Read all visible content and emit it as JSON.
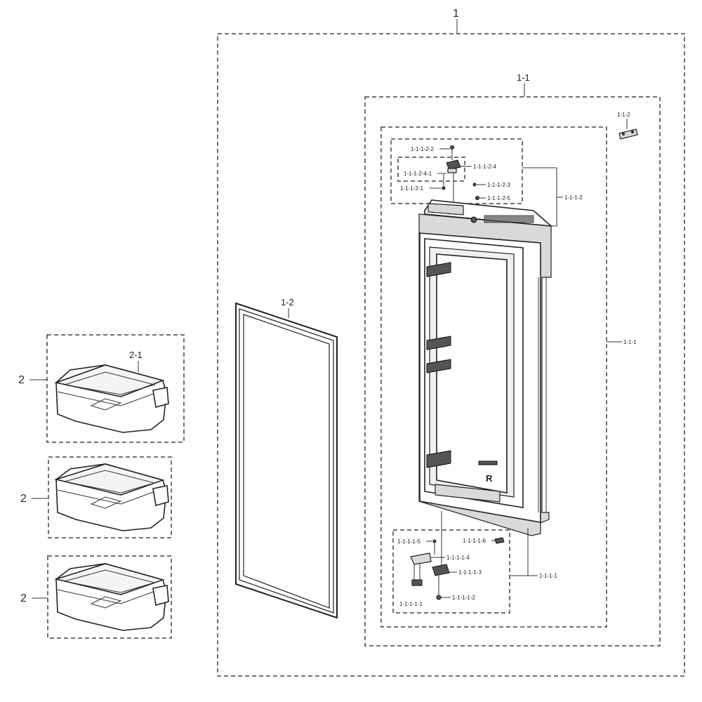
{
  "labels": {
    "assembly": "1",
    "door_assy": "1-1",
    "handle": "1-1-2",
    "door_foam": "1-1-1",
    "gasket": "1-2",
    "hinge_group": "1-1-1-2",
    "hinge_screw_top": "1-1-1-2-2",
    "hinge_block": "1-1-1-2-4",
    "hinge_part_4_1": "1-1-1-2-4-1",
    "hinge_part_1": "1-1-1-2-1",
    "hinge_part_3": "1-1-1-2-3",
    "hinge_part_5": "1-1-1-2-5",
    "bottom_group": "1-1-1-1",
    "bottom_part_5": "1-1-1-1-5",
    "bottom_part_6": "1-1-1-1-6",
    "bottom_part_4": "1-1-1-1-4",
    "bottom_part_3": "1-1-1-1-3",
    "bottom_part_2": "1-1-1-1-2",
    "bottom_part_1": "1-1-1-1-1",
    "bin_assy": "2",
    "bin_part": "2-1",
    "door_letter": "R"
  },
  "colors": {
    "line": "#333333",
    "part_fill": "#ffffff",
    "shade": "#d9d9d9"
  }
}
